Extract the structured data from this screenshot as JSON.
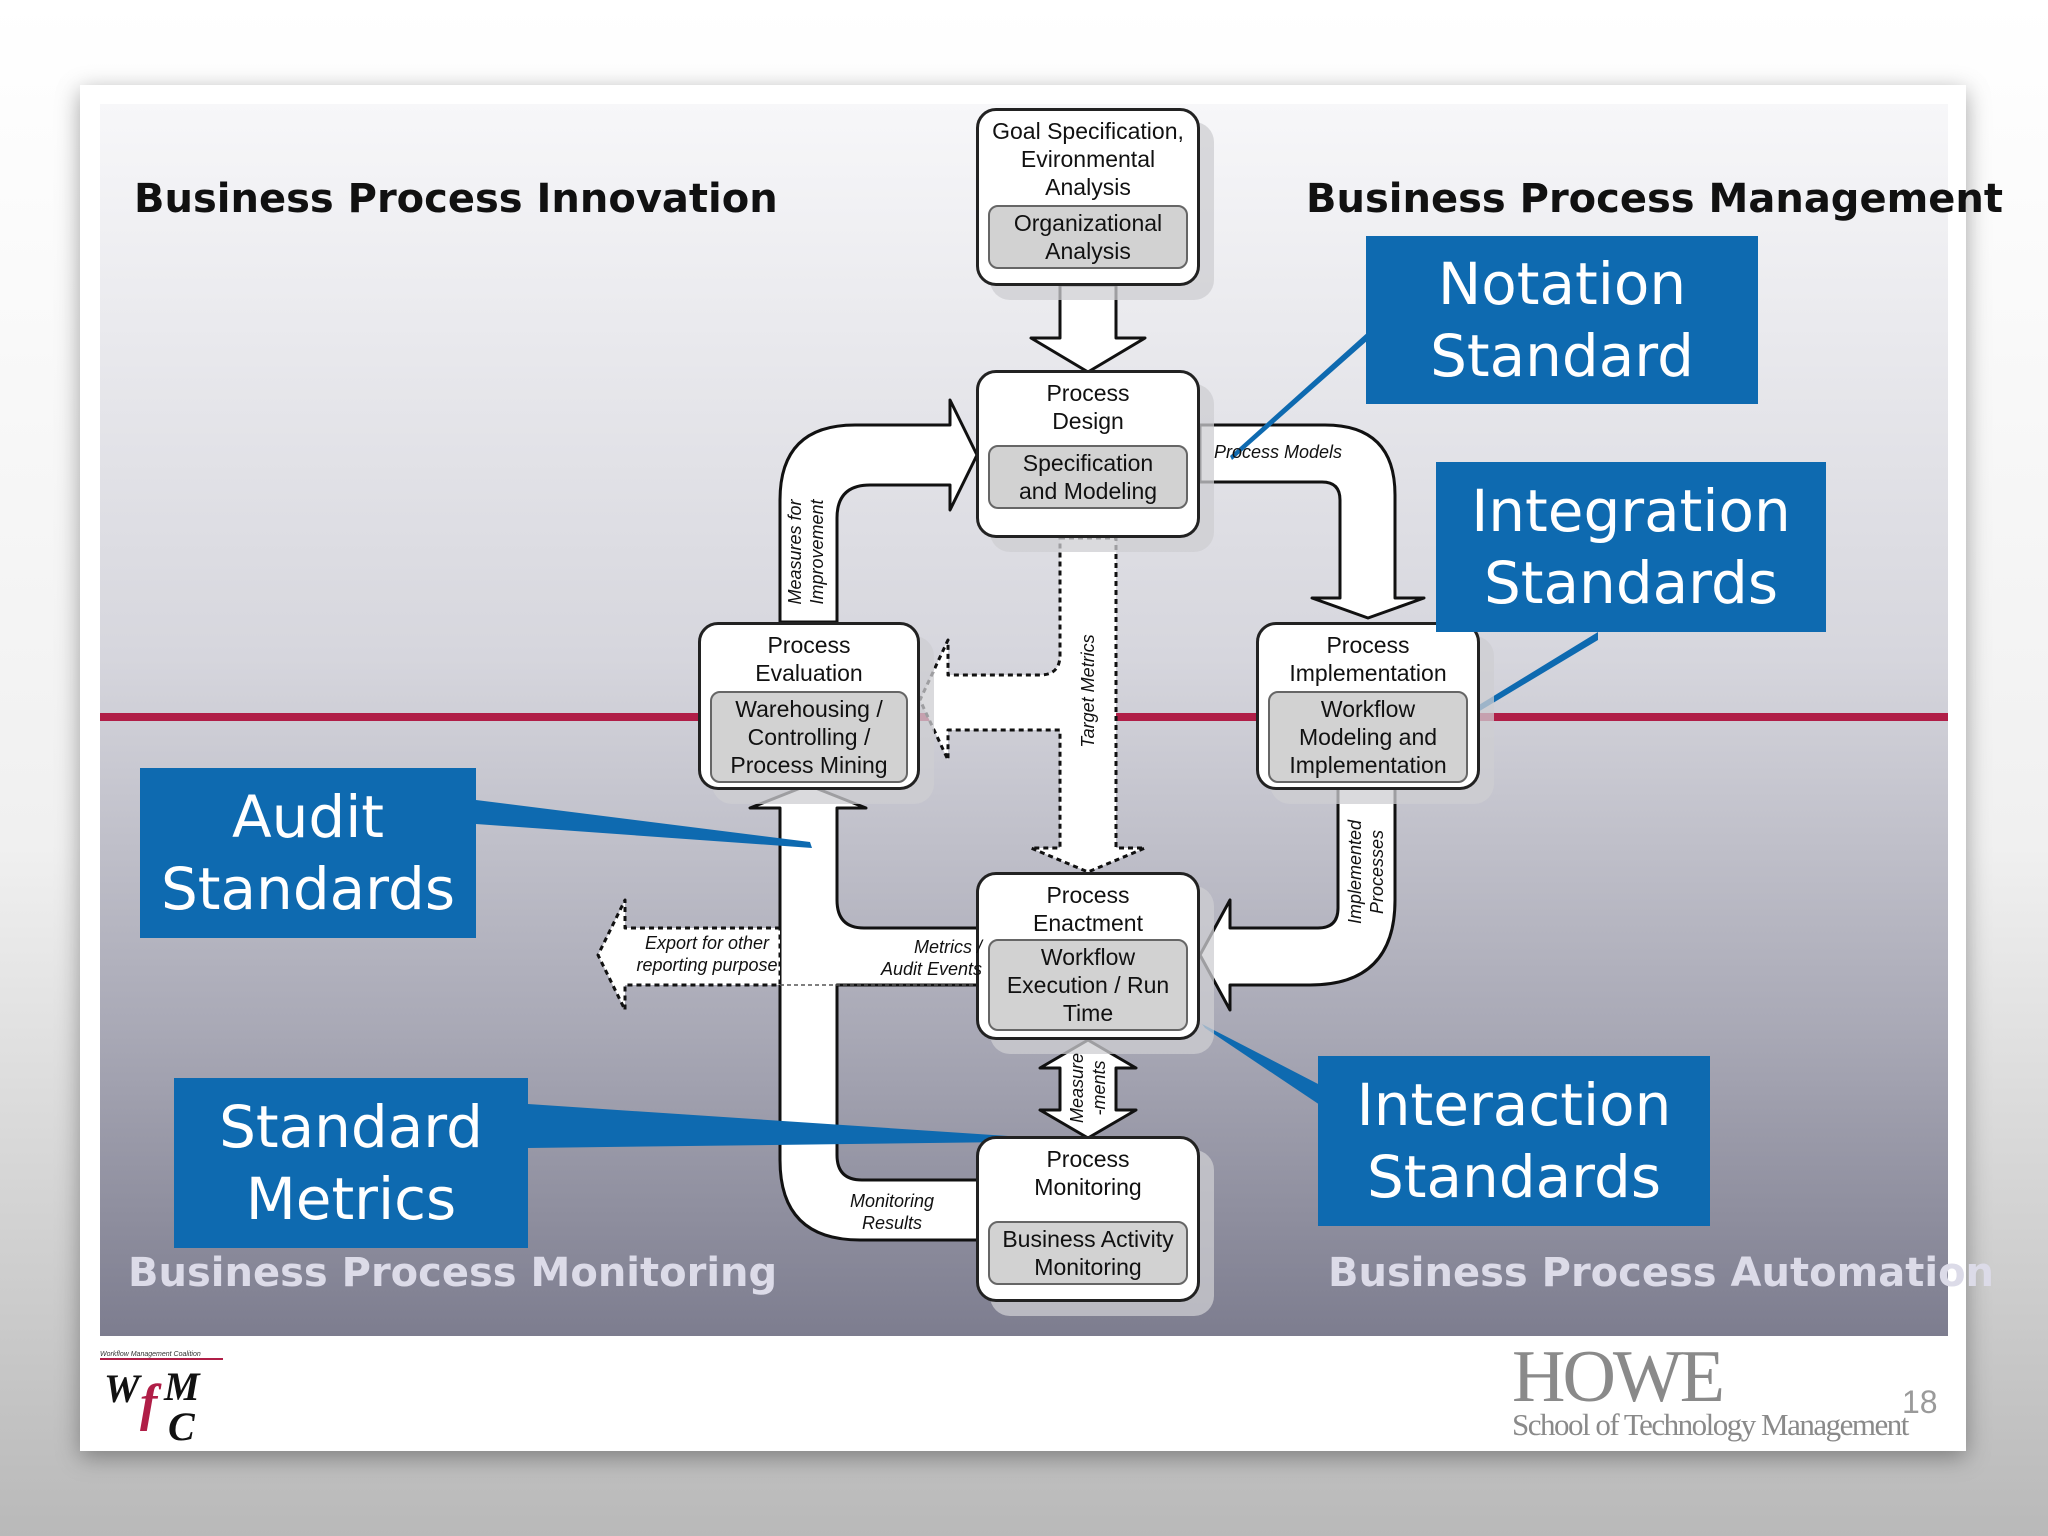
{
  "quadrants": {
    "top_left": "Business Process Innovation",
    "top_right": "Business Process Management",
    "bottom_left": "Business Process Monitoring",
    "bottom_right": "Business Process Automation"
  },
  "nodes": {
    "goal": {
      "title": "Goal Specification,\nEvironmental\nAnalysis",
      "inner": "Organizational\nAnalysis"
    },
    "design": {
      "title": "Process\nDesign",
      "inner": "Specification\nand Modeling"
    },
    "evaluation": {
      "title": "Process\nEvaluation",
      "inner": "Warehousing /\nControlling /\nProcess Mining"
    },
    "implementation": {
      "title": "Process\nImplementation",
      "inner": "Workflow\nModeling and\nImplementation"
    },
    "enactment": {
      "title": "Process\nEnactment",
      "inner": "Workflow\nExecution / Run\nTime"
    },
    "monitoring": {
      "title": "Process\nMonitoring",
      "inner": "Business Activity\nMonitoring"
    }
  },
  "flow_labels": {
    "process_models": "Process Models",
    "measures_for_improvement": "Measures for\nImprovement",
    "target_metrics": "Target Metrics",
    "implemented_processes": "Implemented\nProcesses",
    "export": "Export for other\nreporting purpose",
    "metrics_audit": "Metrics /\nAudit Events",
    "measurements": "Measure\n-ments",
    "monitoring_results": "Monitoring\nResults"
  },
  "callouts": {
    "notation": "Notation\nStandard",
    "integration": "Integration\nStandards",
    "audit": "Audit\nStandards",
    "metrics": "Standard\nMetrics",
    "interaction": "Interaction\nStandards"
  },
  "footer": {
    "wfmc_caption": "Workflow Management Coalition",
    "wfmc_logo": "WfMC",
    "howe_name": "HOWE",
    "howe_sub": "School of Technology Management",
    "page_number": "18"
  },
  "colors": {
    "callout_blue": "#0e6ab0",
    "divider_red": "#b01e47"
  }
}
